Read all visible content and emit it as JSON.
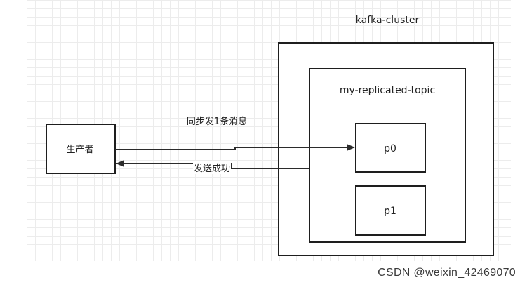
{
  "cluster": {
    "label": "kafka-cluster"
  },
  "topic": {
    "label": "my-replicated-topic"
  },
  "partitions": [
    {
      "label": "p0"
    },
    {
      "label": "p1"
    }
  ],
  "producer": {
    "label": "生产者"
  },
  "edges": {
    "send": {
      "label": "同步发1条消息"
    },
    "ack": {
      "label": "发送成功"
    }
  },
  "watermark": "CSDN @weixin_42469070"
}
